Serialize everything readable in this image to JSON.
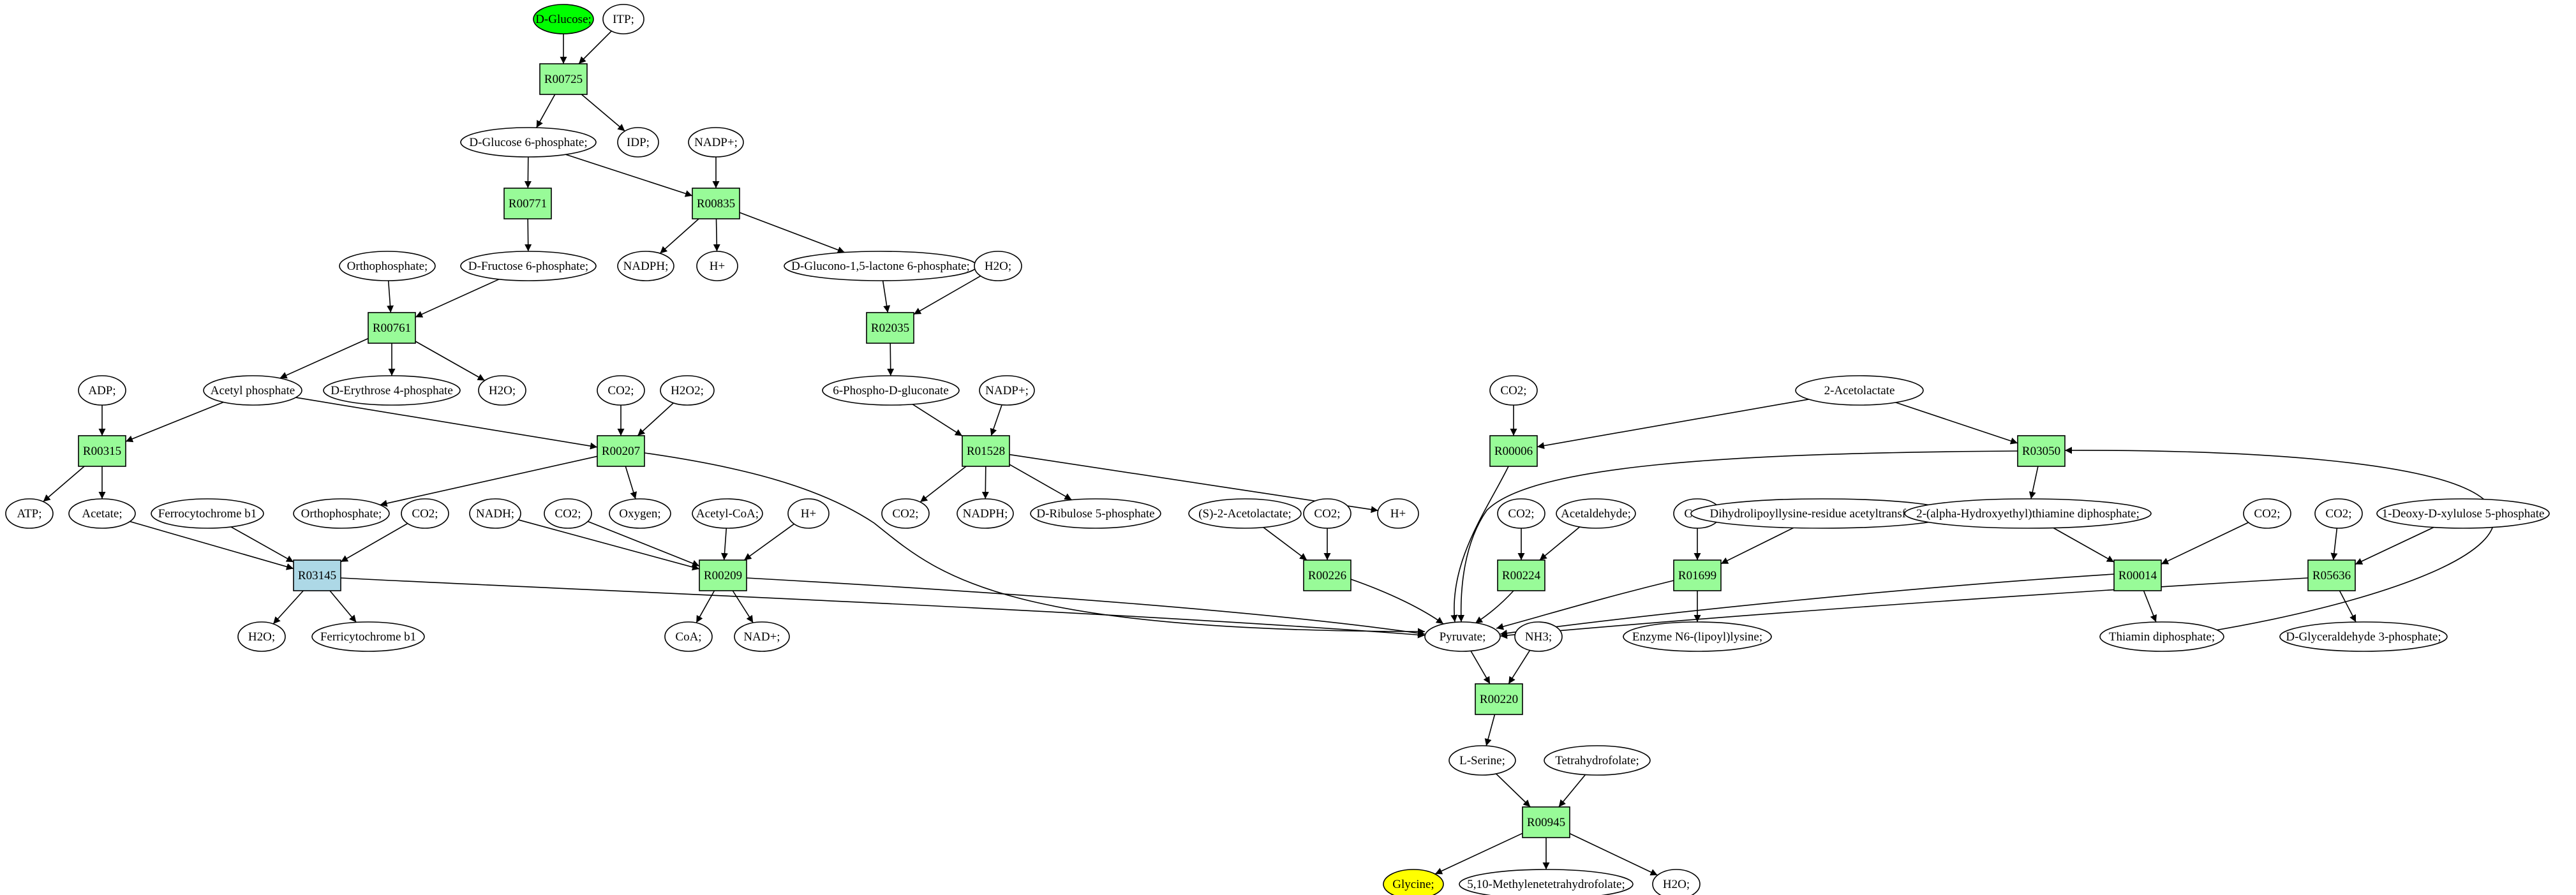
{
  "colors": {
    "reaction": "#98fb98",
    "reaction_highlight": "#add8e6",
    "metabolite": "#ffffff",
    "start_metabolite": "#00ff00",
    "end_metabolite": "#ffff00",
    "stroke": "#000000"
  },
  "reactions": [
    {
      "id": "R00725",
      "label": "R00725"
    },
    {
      "id": "R00771",
      "label": "R00771"
    },
    {
      "id": "R00835",
      "label": "R00835"
    },
    {
      "id": "R00761",
      "label": "R00761"
    },
    {
      "id": "R02035",
      "label": "R02035"
    },
    {
      "id": "R00315",
      "label": "R00315"
    },
    {
      "id": "R00207",
      "label": "R00207"
    },
    {
      "id": "R01528",
      "label": "R01528"
    },
    {
      "id": "R00006",
      "label": "R00006"
    },
    {
      "id": "R03050",
      "label": "R03050"
    },
    {
      "id": "R03145",
      "label": "R03145",
      "highlight": true
    },
    {
      "id": "R00209",
      "label": "R00209"
    },
    {
      "id": "R00226",
      "label": "R00226"
    },
    {
      "id": "R00224",
      "label": "R00224"
    },
    {
      "id": "R01699",
      "label": "R01699"
    },
    {
      "id": "R00014",
      "label": "R00014"
    },
    {
      "id": "R05636",
      "label": "R05636"
    },
    {
      "id": "R00220",
      "label": "R00220"
    },
    {
      "id": "R00945",
      "label": "R00945"
    }
  ],
  "metabolites": [
    {
      "id": "glucose",
      "label": "D-Glucose;",
      "role": "start"
    },
    {
      "id": "itp",
      "label": "ITP;"
    },
    {
      "id": "g6p",
      "label": "D-Glucose 6-phosphate;"
    },
    {
      "id": "idp",
      "label": "IDP;"
    },
    {
      "id": "nadp1",
      "label": "NADP+;"
    },
    {
      "id": "ortho1",
      "label": "Orthophosphate;"
    },
    {
      "id": "f6p",
      "label": "D-Fructose 6-phosphate;"
    },
    {
      "id": "nadph1",
      "label": "NADPH;"
    },
    {
      "id": "hplus1",
      "label": "H+"
    },
    {
      "id": "glucono",
      "label": "D-Glucono-1,5-lactone 6-phosphate;"
    },
    {
      "id": "h2o1",
      "label": "H2O;"
    },
    {
      "id": "adp",
      "label": "ADP;"
    },
    {
      "id": "acetylp",
      "label": "Acetyl phosphate"
    },
    {
      "id": "e4p",
      "label": "D-Erythrose 4-phosphate"
    },
    {
      "id": "h2o2",
      "label": "H2O;"
    },
    {
      "id": "co2a",
      "label": "CO2;"
    },
    {
      "id": "h2o2b",
      "label": "H2O2;"
    },
    {
      "id": "phosphogluconate",
      "label": "6-Phospho-D-gluconate"
    },
    {
      "id": "nadp2",
      "label": "NADP+;"
    },
    {
      "id": "co2b",
      "label": "CO2;"
    },
    {
      "id": "acetolactate",
      "label": "2-Acetolactate"
    },
    {
      "id": "atp",
      "label": "ATP;"
    },
    {
      "id": "acetate",
      "label": "Acetate;"
    },
    {
      "id": "ferrocyt",
      "label": "Ferrocytochrome b1"
    },
    {
      "id": "co2c",
      "label": "CO2;"
    },
    {
      "id": "ortho2",
      "label": "Orthophosphate;"
    },
    {
      "id": "oxygen",
      "label": "Oxygen;"
    },
    {
      "id": "nadh",
      "label": "NADH;"
    },
    {
      "id": "co2d",
      "label": "CO2;"
    },
    {
      "id": "acetylcoa",
      "label": "Acetyl-CoA;"
    },
    {
      "id": "hplus2",
      "label": "H+"
    },
    {
      "id": "co2e",
      "label": "CO2;"
    },
    {
      "id": "nadph2",
      "label": "NADPH;"
    },
    {
      "id": "ribulose",
      "label": "D-Ribulose 5-phosphate"
    },
    {
      "id": "hplus3",
      "label": "H+"
    },
    {
      "id": "s_acetolactate",
      "label": "(S)-2-Acetolactate;"
    },
    {
      "id": "co2f",
      "label": "CO2;"
    },
    {
      "id": "co2g",
      "label": "CO2;"
    },
    {
      "id": "acetaldehyde",
      "label": "Acetaldehyde;"
    },
    {
      "id": "co2h",
      "label": "CO2;"
    },
    {
      "id": "dihydrolipoyl",
      "label": "Dihydrolipoyllysine-residue acetyltransferase]"
    },
    {
      "id": "hydroxyethyl",
      "label": "2-(alpha-Hydroxyethyl)thiamine diphosphate;"
    },
    {
      "id": "co2i",
      "label": "CO2;"
    },
    {
      "id": "co2j",
      "label": "CO2;"
    },
    {
      "id": "deoxyxylulose",
      "label": "1-Deoxy-D-xylulose 5-phosphate"
    },
    {
      "id": "h2o3",
      "label": "H2O;"
    },
    {
      "id": "ferricyt",
      "label": "Ferricytochrome b1"
    },
    {
      "id": "coa",
      "label": "CoA;"
    },
    {
      "id": "nad",
      "label": "NAD+;"
    },
    {
      "id": "pyruvate",
      "label": "Pyruvate;"
    },
    {
      "id": "nh3",
      "label": "NH3;"
    },
    {
      "id": "enzyme_lipoyl",
      "label": "Enzyme N6-(lipoyl)lysine;"
    },
    {
      "id": "thiamin_dp",
      "label": "Thiamin diphosphate;"
    },
    {
      "id": "g3p",
      "label": "D-Glyceraldehyde 3-phosphate;"
    },
    {
      "id": "serine",
      "label": "L-Serine;"
    },
    {
      "id": "thf",
      "label": "Tetrahydrofolate;"
    },
    {
      "id": "glycine",
      "label": "Glycine;",
      "role": "end"
    },
    {
      "id": "methylene_thf",
      "label": "5,10-Methylenetetrahydrofolate;"
    },
    {
      "id": "h2o4",
      "label": "H2O;"
    }
  ],
  "edges": [
    [
      "glucose",
      "R00725"
    ],
    [
      "itp",
      "R00725"
    ],
    [
      "R00725",
      "g6p"
    ],
    [
      "R00725",
      "idp"
    ],
    [
      "g6p",
      "R00771"
    ],
    [
      "g6p",
      "R00835"
    ],
    [
      "nadp1",
      "R00835"
    ],
    [
      "R00771",
      "f6p"
    ],
    [
      "R00835",
      "nadph1"
    ],
    [
      "R00835",
      "hplus1"
    ],
    [
      "R00835",
      "glucono"
    ],
    [
      "ortho1",
      "R00761"
    ],
    [
      "f6p",
      "R00761"
    ],
    [
      "glucono",
      "R02035"
    ],
    [
      "h2o1",
      "R02035"
    ],
    [
      "R00761",
      "acetylp"
    ],
    [
      "R00761",
      "e4p"
    ],
    [
      "R00761",
      "h2o2"
    ],
    [
      "R02035",
      "phosphogluconate"
    ],
    [
      "adp",
      "R00315"
    ],
    [
      "acetylp",
      "R00315"
    ],
    [
      "acetylp",
      "R00207"
    ],
    [
      "co2a",
      "R00207"
    ],
    [
      "h2o2b",
      "R00207"
    ],
    [
      "phosphogluconate",
      "R01528"
    ],
    [
      "nadp2",
      "R01528"
    ],
    [
      "co2b",
      "R00006"
    ],
    [
      "acetolactate",
      "R00006"
    ],
    [
      "acetolactate",
      "R03050"
    ],
    [
      "R00315",
      "atp"
    ],
    [
      "R00315",
      "acetate"
    ],
    [
      "R00207",
      "ortho2"
    ],
    [
      "R00207",
      "oxygen"
    ],
    [
      "R00207",
      "pyruvate"
    ],
    [
      "R01528",
      "co2e"
    ],
    [
      "R01528",
      "nadph2"
    ],
    [
      "R01528",
      "ribulose"
    ],
    [
      "R01528",
      "hplus3"
    ],
    [
      "R00006",
      "pyruvate"
    ],
    [
      "R03050",
      "pyruvate"
    ],
    [
      "R03050",
      "hydroxyethyl"
    ],
    [
      "acetate",
      "R03145"
    ],
    [
      "ferrocyt",
      "R03145"
    ],
    [
      "co2c",
      "R03145"
    ],
    [
      "R03145",
      "h2o3"
    ],
    [
      "R03145",
      "ferricyt"
    ],
    [
      "R03145",
      "pyruvate"
    ],
    [
      "nadh",
      "R00209"
    ],
    [
      "co2d",
      "R00209"
    ],
    [
      "acetylcoa",
      "R00209"
    ],
    [
      "hplus2",
      "R00209"
    ],
    [
      "R00209",
      "coa"
    ],
    [
      "R00209",
      "nad"
    ],
    [
      "R00209",
      "pyruvate"
    ],
    [
      "s_acetolactate",
      "R00226"
    ],
    [
      "co2f",
      "R00226"
    ],
    [
      "R00226",
      "pyruvate"
    ],
    [
      "co2g",
      "R00224"
    ],
    [
      "acetaldehyde",
      "R00224"
    ],
    [
      "R00224",
      "pyruvate"
    ],
    [
      "co2h",
      "R01699"
    ],
    [
      "dihydrolipoyl",
      "R01699"
    ],
    [
      "R01699",
      "pyruvate"
    ],
    [
      "R01699",
      "enzyme_lipoyl"
    ],
    [
      "hydroxyethyl",
      "R00014"
    ],
    [
      "co2i",
      "R00014"
    ],
    [
      "R00014",
      "pyruvate"
    ],
    [
      "R00014",
      "thiamin_dp"
    ],
    [
      "co2j",
      "R05636"
    ],
    [
      "deoxyxylulose",
      "R05636"
    ],
    [
      "R05636",
      "pyruvate"
    ],
    [
      "R05636",
      "g3p"
    ],
    [
      "thiamin_dp",
      "R03050"
    ],
    [
      "pyruvate",
      "R00220"
    ],
    [
      "nh3",
      "R00220"
    ],
    [
      "R00220",
      "serine"
    ],
    [
      "serine",
      "R00945"
    ],
    [
      "thf",
      "R00945"
    ],
    [
      "R00945",
      "glycine"
    ],
    [
      "R00945",
      "methylene_thf"
    ],
    [
      "R00945",
      "h2o4"
    ]
  ]
}
